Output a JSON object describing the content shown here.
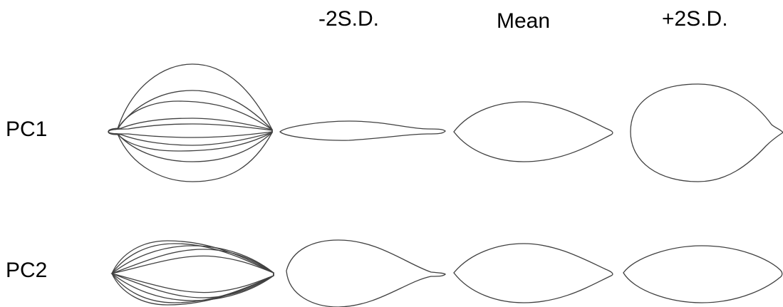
{
  "headers": {
    "minus": "-2S.D.",
    "mean": "Mean",
    "plus": "+2S.D."
  },
  "rows": [
    {
      "label": "PC1"
    },
    {
      "label": "PC2"
    }
  ],
  "colors": {
    "stroke": "#404040",
    "text": "#000000"
  }
}
